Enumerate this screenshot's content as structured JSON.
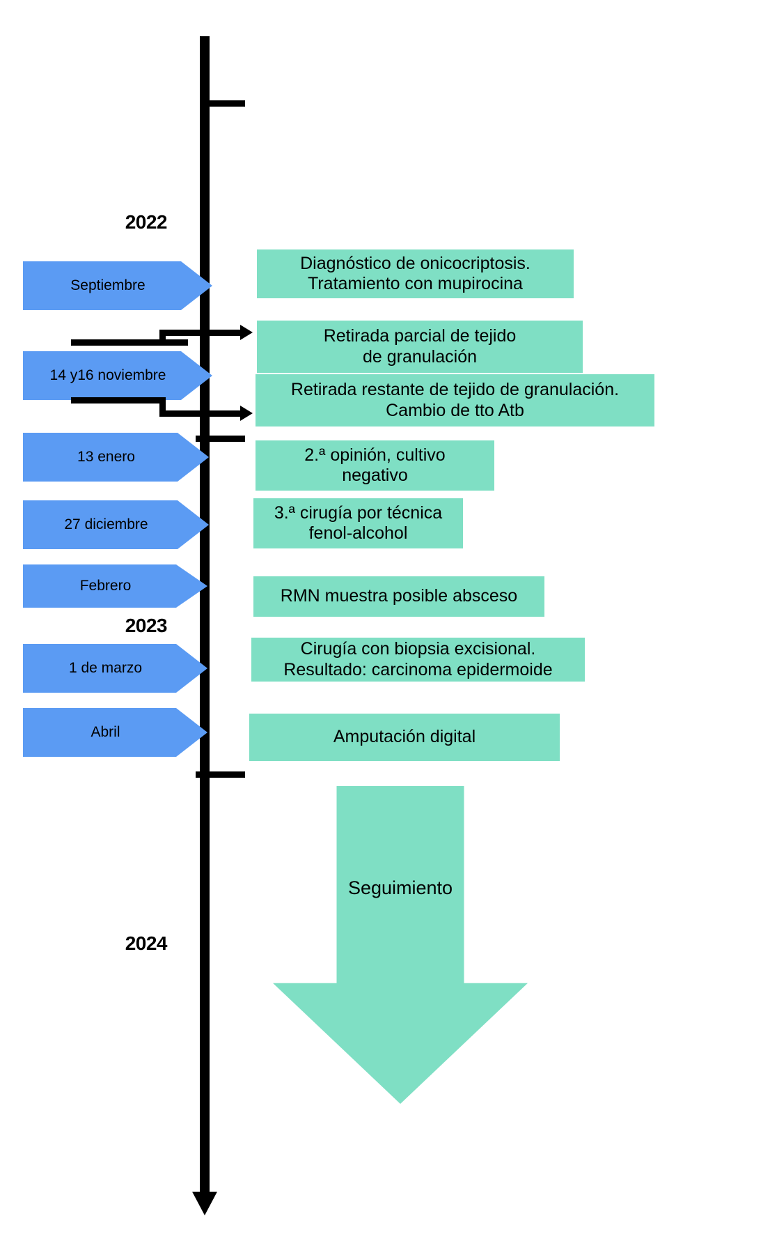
{
  "diagram": {
    "title": "Cronologia clinica onicocriptosis",
    "colors": {
      "axis": "#000000",
      "date_chevron": "#5b9bf3",
      "event_box": "#7fdfc4",
      "background": "#ffffff",
      "text": "#000000"
    },
    "years": [
      {
        "label": "2022"
      },
      {
        "label": "2023"
      },
      {
        "label": "2024"
      }
    ],
    "dates": [
      {
        "label": "Septiembre"
      },
      {
        "label": "14 y16 noviembre"
      },
      {
        "label": "13 enero"
      },
      {
        "label": "27 diciembre"
      },
      {
        "label": "Febrero"
      },
      {
        "label": "1 de marzo"
      },
      {
        "label": "Abril"
      }
    ],
    "events": [
      {
        "line1": "Diagnóstico de onicocriptosis.",
        "line2": "Tratamiento con mupirocina"
      },
      {
        "line1": "Retirada parcial de tejido",
        "line2": "de granulación"
      },
      {
        "line1": "Retirada restante de tejido de granulación.",
        "line2": "Cambio de tto Atb"
      },
      {
        "line1": "2.ª opinión, cultivo",
        "line2": "negativo"
      },
      {
        "line1": "3.ª cirugía por técnica",
        "line2": "fenol-alcohol"
      },
      {
        "line1": "RMN muestra posible absceso",
        "line2": ""
      },
      {
        "line1": "Cirugía con biopsia excisional.",
        "line2": "Resultado: carcinoma epidermoide"
      },
      {
        "line1": "Amputación digital",
        "line2": ""
      }
    ],
    "followup": {
      "label": "Seguimiento"
    }
  }
}
